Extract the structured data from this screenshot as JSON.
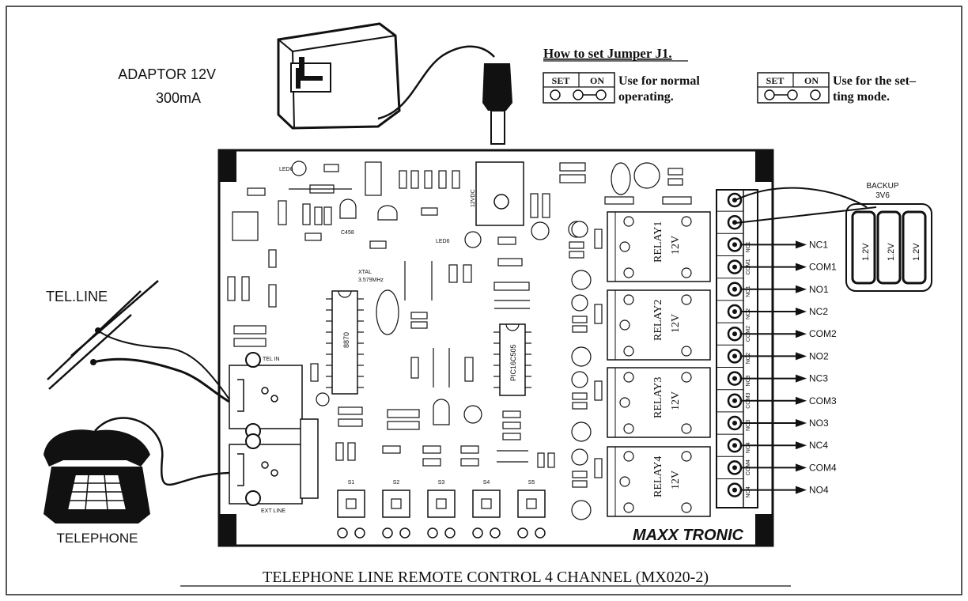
{
  "adaptor": {
    "line1": "ADAPTOR 12V",
    "line2": "300mA"
  },
  "jumper": {
    "title": "How to set Jumper J1.",
    "normal": {
      "set": "SET",
      "on": "ON",
      "text1": "Use for normal",
      "text2": "operating."
    },
    "setting": {
      "set": "SET",
      "on": "ON",
      "text1": "Use for the set–",
      "text2": "ting mode."
    }
  },
  "backup": {
    "line1": "BACKUP",
    "line2": "3V6",
    "cell": "1.2V"
  },
  "tel_line": "TEL.LINE",
  "telephone": "TELEPHONE",
  "board": {
    "tel_in": "TEL IN",
    "ext_line": "EXT LINE",
    "xtal1": "XTAL",
    "xtal2": "3.579MHz",
    "dc": "12VDC",
    "ic_main": "PIC16C505",
    "ic_dtmf": "8870",
    "relay_voltage": "12V",
    "relays": [
      "RELAY1",
      "RELAY2",
      "RELAY3",
      "RELAY4"
    ],
    "switches": [
      "S1",
      "S2",
      "S3",
      "S4",
      "S5"
    ],
    "led": "LED6",
    "transistor": "C458",
    "brand": "MAXX TRONIC"
  },
  "terminals": [
    "NC1",
    "COM1",
    "NO1",
    "NC2",
    "COM2",
    "NO2",
    "NC3",
    "COM3",
    "NO3",
    "NC4",
    "COM4",
    "NO4"
  ],
  "caption": "TELEPHONE LINE REMOTE CONTROL 4 CHANNEL (MX020-2)"
}
